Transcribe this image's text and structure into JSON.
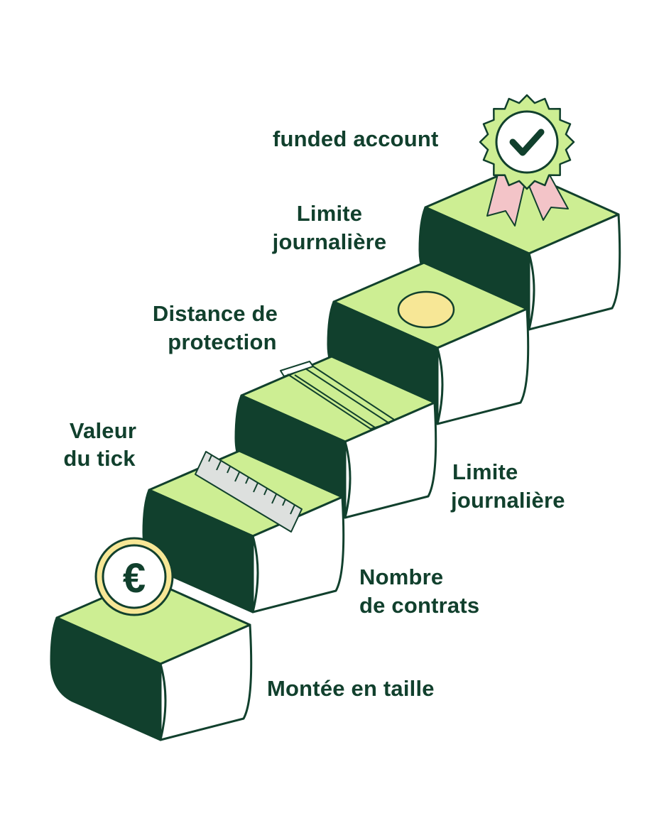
{
  "colors": {
    "dark_green": "#11402d",
    "light_green": "#cdee93",
    "white": "#ffffff",
    "coin_yellow": "#f7e796",
    "ribbon_pink": "#f3c4c8",
    "ruler_gray": "#dde0de"
  },
  "labels": {
    "funded_account": "funded account",
    "limite_journaliere_top": [
      "Limite",
      "journalière"
    ],
    "distance_protection": [
      "Distance de",
      "protection"
    ],
    "valeur_tick": [
      "Valeur",
      "du tick"
    ],
    "limite_journaliere_right": [
      "Limite",
      "journalière"
    ],
    "nombre_contrats": [
      "Nombre",
      "de contrats"
    ],
    "montee_taille": "Montée en taille"
  },
  "icons": {
    "euro_coin": "€",
    "badge": "check-badge-icon",
    "ruler": "ruler-icon",
    "coin": "gold-coin-icon",
    "bracket": "distance-bracket-icon"
  }
}
